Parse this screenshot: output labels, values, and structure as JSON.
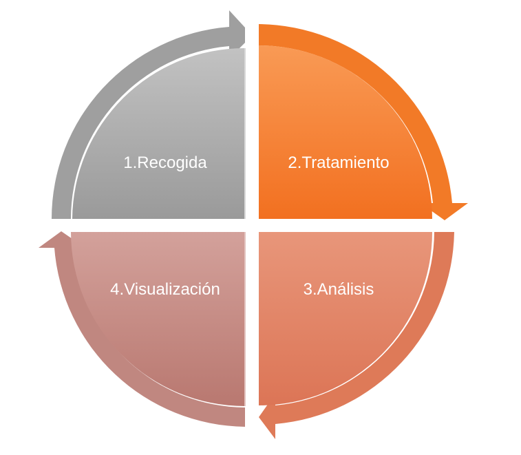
{
  "segments": [
    {
      "label": "1.Recogida",
      "color": "#a6a6a6",
      "dark": "#8c8c8c",
      "light": "#c4c4c4"
    },
    {
      "label": "2.Tratamiento",
      "color": "#f37a2a",
      "dark": "#e2691c",
      "light": "#f9a569"
    },
    {
      "label": "3.Análisis",
      "color": "#e28463",
      "dark": "#d4704f",
      "light": "#eda58b"
    },
    {
      "label": "4.Visualización",
      "color": "#c4877f",
      "dark": "#b07068",
      "light": "#d6a8a2"
    }
  ]
}
